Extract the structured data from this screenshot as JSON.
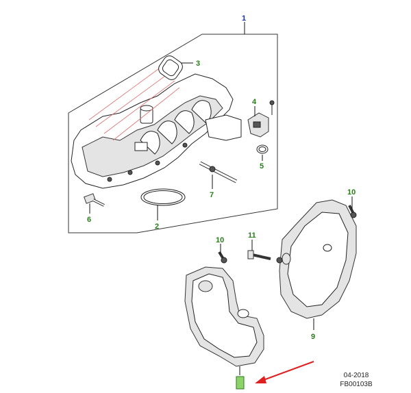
{
  "callouts": {
    "c1": "1",
    "c2": "2",
    "c3": "3",
    "c4": "4",
    "c5": "5",
    "c6": "6",
    "c7": "7",
    "c9": "9",
    "c10a": "10",
    "c10b": "10",
    "c11": "11"
  },
  "footer": {
    "date": "04-2018",
    "code": "FB00103B"
  },
  "colors": {
    "callout_blue": "#1a2fa8",
    "callout_green": "#2a7a1c",
    "arrow_red": "#e02020"
  }
}
